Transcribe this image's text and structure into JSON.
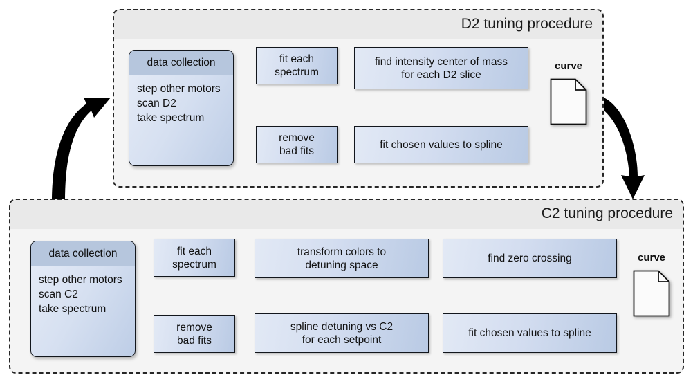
{
  "diagram": {
    "title_hidden": "",
    "groups": [
      {
        "id": "d2",
        "title": "D2 tuning procedure",
        "nodes": {
          "data_collection": {
            "header": "data collection",
            "lines": [
              "step other motors",
              "scan D2",
              "take spectrum"
            ]
          },
          "fit_each_spectrum": "fit each\nspectrum",
          "fit_each_spectrum_l1": "fit each",
          "fit_each_spectrum_l2": "spectrum",
          "remove_bad_fits_l1": "remove",
          "remove_bad_fits_l2": "bad fits",
          "find_com_l1": "find intensity center of mass",
          "find_com_l2": "for each D2 slice",
          "fit_spline": "fit chosen values to spline",
          "curve_label": "curve"
        }
      },
      {
        "id": "c2",
        "title": "C2 tuning procedure",
        "nodes": {
          "data_collection": {
            "header": "data collection",
            "lines": [
              "step other motors",
              "scan C2",
              "take spectrum"
            ]
          },
          "fit_each_spectrum_l1": "fit each",
          "fit_each_spectrum_l2": "spectrum",
          "remove_bad_fits_l1": "remove",
          "remove_bad_fits_l2": "bad fits",
          "transform_l1": "transform colors to",
          "transform_l2": "detuning space",
          "spline_detuning_l1": "spline detuning vs C2",
          "spline_detuning_l2": "for each setpoint",
          "find_zero_crossing": "find zero crossing",
          "fit_spline": "fit chosen values to spline",
          "curve_label": "curve"
        }
      }
    ],
    "colors": {
      "frame_border": "#262626",
      "frame_fill": "#f4f4f4",
      "title_bar": "#e9e9e9",
      "node_border": "#12161c",
      "node_fill_light": "#e2e9f5",
      "node_fill_dark": "#b9cae4",
      "header_fill": "#b6c6dd",
      "arrow": "#000000",
      "page_bg": "#ffffff"
    }
  }
}
